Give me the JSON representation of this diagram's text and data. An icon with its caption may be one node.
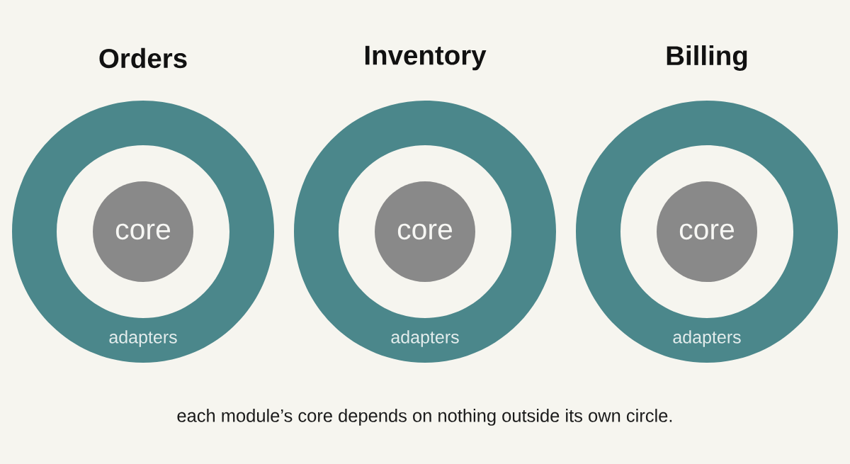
{
  "diagram": {
    "caption": "each module’s core depends on nothing outside its own circle.",
    "nodes": [
      {
        "text": [
          "Orders",
          "adapters"
        ]
      },
      {
        "text": [
          "core"
        ],
        "in": 0
      },
      {
        "text": [
          "Inventory",
          "adapters"
        ]
      },
      {
        "text": [
          "core"
        ],
        "in": 2
      },
      {
        "text": [
          "Billing",
          "adapters"
        ]
      },
      {
        "text": [
          "core"
        ],
        "in": 4
      }
    ]
  }
}
